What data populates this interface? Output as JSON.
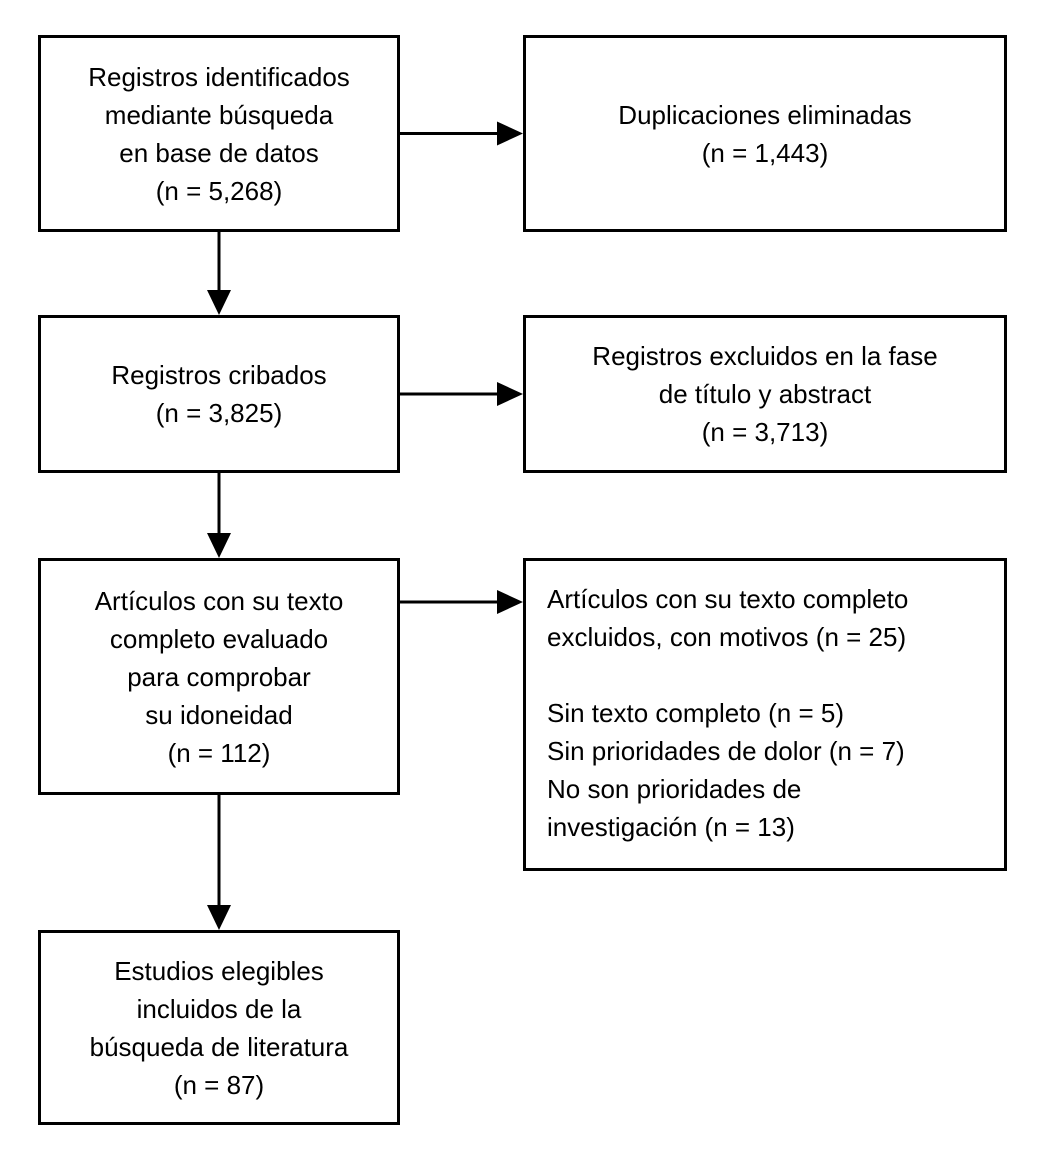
{
  "diagram": {
    "kind": "prisma-flowchart",
    "colors": {
      "line": "#000000",
      "text": "#000000",
      "background": "#ffffff"
    },
    "boxes": [
      {
        "name": "records-identified",
        "lines": [
          "Registros identificados",
          "mediante búsqueda",
          "en base de datos",
          "(n = 5,268)"
        ],
        "count": 5268
      },
      {
        "name": "duplicates-removed",
        "lines": [
          "Duplicaciones eliminadas",
          "(n = 1,443)"
        ],
        "count": 1443
      },
      {
        "name": "records-screened",
        "lines": [
          "Registros cribados",
          "(n = 3,825)"
        ],
        "count": 3825
      },
      {
        "name": "records-excluded-title-abstract",
        "lines": [
          "Registros excluidos en la fase",
          "de título y abstract",
          "(n = 3,713)"
        ],
        "count": 3713
      },
      {
        "name": "fulltext-assessed",
        "lines": [
          "Artículos con su texto",
          "completo evaluado",
          "para comprobar",
          "su idoneidad",
          "(n = 112)"
        ],
        "count": 112
      },
      {
        "name": "fulltext-excluded-with-reasons",
        "lines": [
          "Artículos con su texto completo",
          "excluidos, con motivos (n = 25)",
          "",
          "Sin texto completo (n = 5)",
          "Sin prioridades de dolor (n = 7)",
          "No son prioridades de",
          "investigación (n = 13)"
        ],
        "count": 25
      },
      {
        "name": "studies-included",
        "lines": [
          "Estudios elegibles",
          "incluidos de la",
          "búsqueda de literatura",
          "(n = 87)"
        ],
        "count": 87
      }
    ]
  }
}
